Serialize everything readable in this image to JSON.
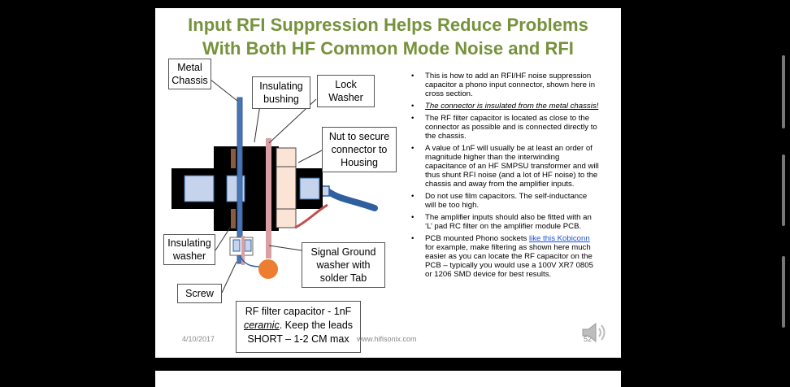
{
  "slide": {
    "title_line1": "Input RFI Suppression Helps Reduce Problems",
    "title_line2": "With Both HF Common Mode Noise and RFI",
    "labels": {
      "metal_chassis": "Metal Chassis",
      "insulating_bushing": "Insulating bushing",
      "lock_washer": "Lock Washer",
      "nut": "Nut to secure connector to Housing",
      "insulating_washer": "Insulating washer",
      "signal_ground": "Signal Ground washer with solder Tab",
      "screw": "Screw"
    },
    "capacitor_note": {
      "line1": "RF filter capacitor -  1nF",
      "ceramic": "ceramic",
      "line2_rest": ". Keep the leads",
      "line3": "SHORT – 1-2 CM max"
    },
    "bullets": {
      "b1": "This is how to add an RFI/HF noise suppression capacitor a phono input connector, shown here in cross section.",
      "b2": "The connector is insulated from the metal chassis!",
      "b3": "The RF filter capacitor is located as close to the connector as possible and is connected directly to the chassis.",
      "b4": "A value of 1nF will usually be at least an order of magnitude higher than the interwinding capacitance of an HF SMPSU transformer and will thus shunt RFI noise (and a lot of HF noise) to the chassis and away from the amplifier inputs.",
      "b5": "Do not use film capacitors. The self-inductance will be too high.",
      "b6": "The amplifier inputs should also be fitted with an ‘L’ pad RC filter on the amplifier module PCB.",
      "b7_pre": "PCB mounted Phono sockets ",
      "b7_link": "like this Kobiconn",
      "b7_post": " for example, make filtering as shown here much easier as you can locate the RF capacitor on the PCB – typically you would use a 100V XR7 0805 or 1206 SMD device for best results."
    },
    "footer": {
      "date": "4/10/2017",
      "url": "www.hifisonix.com",
      "page": "52"
    }
  },
  "icons": {
    "speaker": "speaker-icon"
  },
  "colors": {
    "title": "#76923c",
    "chassis": "#4a74b2",
    "connector": "#000000",
    "insert": "#c5d4ec",
    "nut": "#fbe4d5",
    "washer": "#d9a0a4",
    "capacitor": "#ed7d31",
    "insulator": "#8c5a3c",
    "cable": "#2f5f9e",
    "wire": "#c0504d"
  }
}
